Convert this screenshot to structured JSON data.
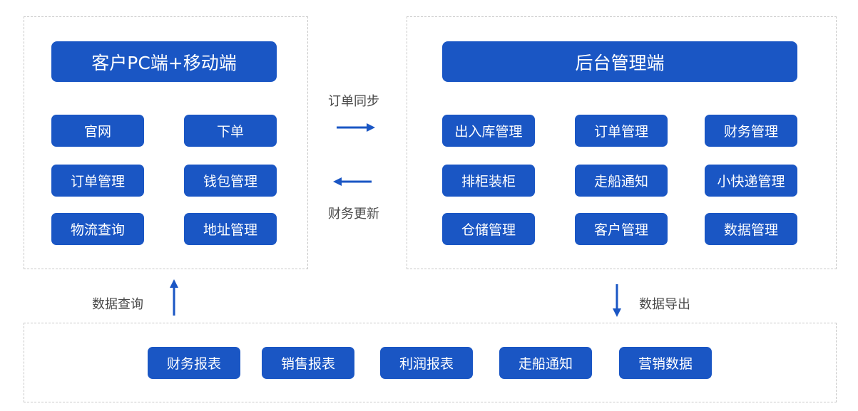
{
  "client": {
    "title": "客户PC端+移动端",
    "items": [
      "官网",
      "下单",
      "订单管理",
      "钱包管理",
      "物流查询",
      "地址管理"
    ]
  },
  "backend": {
    "title": "后台管理端",
    "items": [
      "出入库管理",
      "订单管理",
      "财务管理",
      "排柜装柜",
      "走船通知",
      "小快递管理",
      "仓储管理",
      "客户管理",
      "数据管理"
    ]
  },
  "flows": {
    "order_sync": "订单同步",
    "finance_update": "财务更新",
    "data_query": "数据查询",
    "data_export": "数据导出"
  },
  "reports": {
    "items": [
      "财务报表",
      "销售报表",
      "利润报表",
      "走船通知",
      "营销数据"
    ]
  },
  "colors": {
    "accent": "#1a56c4",
    "border": "#c8c8c8",
    "text": "#4a4a4a"
  }
}
